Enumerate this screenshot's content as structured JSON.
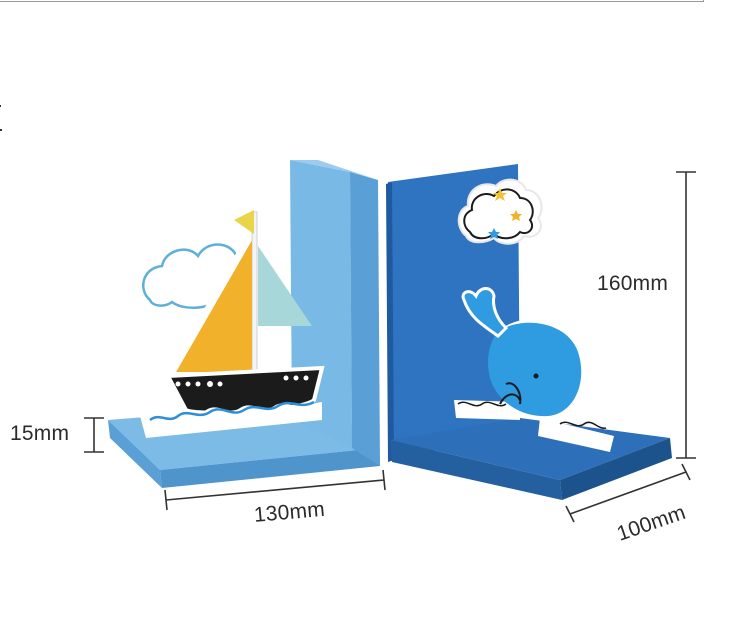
{
  "dimensions": {
    "height": "160mm",
    "base_thickness": "15mm",
    "width": "130mm",
    "depth": "100mm"
  },
  "colors": {
    "left_bookend": "#6aaedf",
    "left_bookend_dark": "#4e93c9",
    "right_bookend": "#2f74c0",
    "right_bookend_dark": "#1f5aa0",
    "sail_yellow": "#f2b12a",
    "sail_teal": "#a8d7da",
    "hull_black": "#1b1b1b",
    "whale_blue": "#2f9be0",
    "dimension_line": "#333333"
  },
  "objects": [
    "sailboat-bookend",
    "whale-bookend"
  ]
}
